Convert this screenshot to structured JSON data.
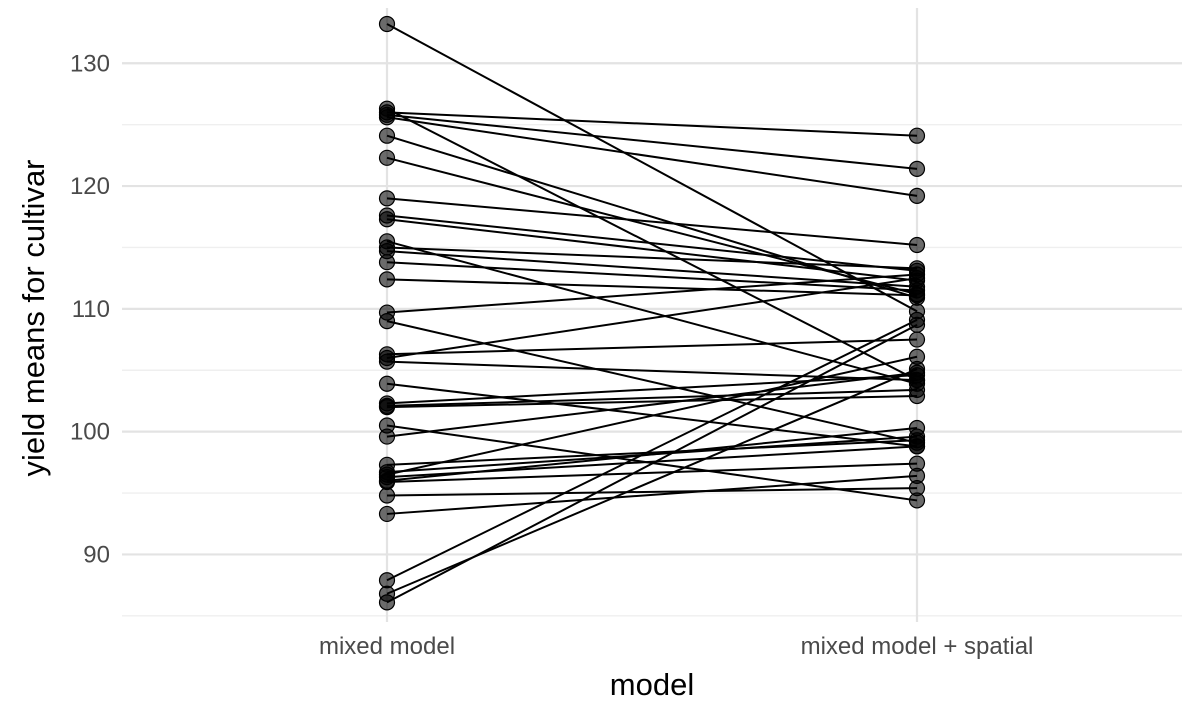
{
  "chart_data": {
    "type": "line",
    "title": "",
    "xlabel": "model",
    "ylabel": "yield means for cultivar",
    "categories": [
      "mixed model",
      "mixed model + spatial"
    ],
    "ylim": [
      84.5,
      134.5
    ],
    "yticks": [
      90,
      100,
      110,
      120,
      130
    ],
    "grid": true,
    "legend": "none",
    "pairs": [
      [
        133.2,
        109.8
      ],
      [
        126.3,
        104.2
      ],
      [
        126.0,
        124.1
      ],
      [
        125.8,
        121.4
      ],
      [
        125.6,
        119.2
      ],
      [
        124.1,
        110.9
      ],
      [
        122.3,
        111.2
      ],
      [
        119.0,
        115.2
      ],
      [
        117.6,
        113.1
      ],
      [
        117.3,
        112.3
      ],
      [
        115.5,
        103.9
      ],
      [
        115.0,
        113.3
      ],
      [
        114.7,
        111.8
      ],
      [
        113.8,
        111.5
      ],
      [
        112.4,
        111.1
      ],
      [
        109.7,
        112.8
      ],
      [
        109.0,
        99.1
      ],
      [
        106.3,
        107.5
      ],
      [
        106.0,
        112.5
      ],
      [
        105.7,
        104.2
      ],
      [
        103.9,
        98.8
      ],
      [
        102.3,
        104.6
      ],
      [
        102.1,
        103.4
      ],
      [
        102.0,
        102.9
      ],
      [
        100.5,
        94.4
      ],
      [
        99.6,
        104.8
      ],
      [
        97.3,
        99.3
      ],
      [
        96.7,
        99.6
      ],
      [
        96.5,
        106.1
      ],
      [
        96.3,
        98.8
      ],
      [
        96.0,
        100.3
      ],
      [
        95.9,
        97.4
      ],
      [
        94.8,
        95.4
      ],
      [
        93.3,
        96.4
      ],
      [
        87.9,
        109.1
      ],
      [
        86.8,
        105.1
      ],
      [
        86.1,
        108.7
      ]
    ]
  }
}
